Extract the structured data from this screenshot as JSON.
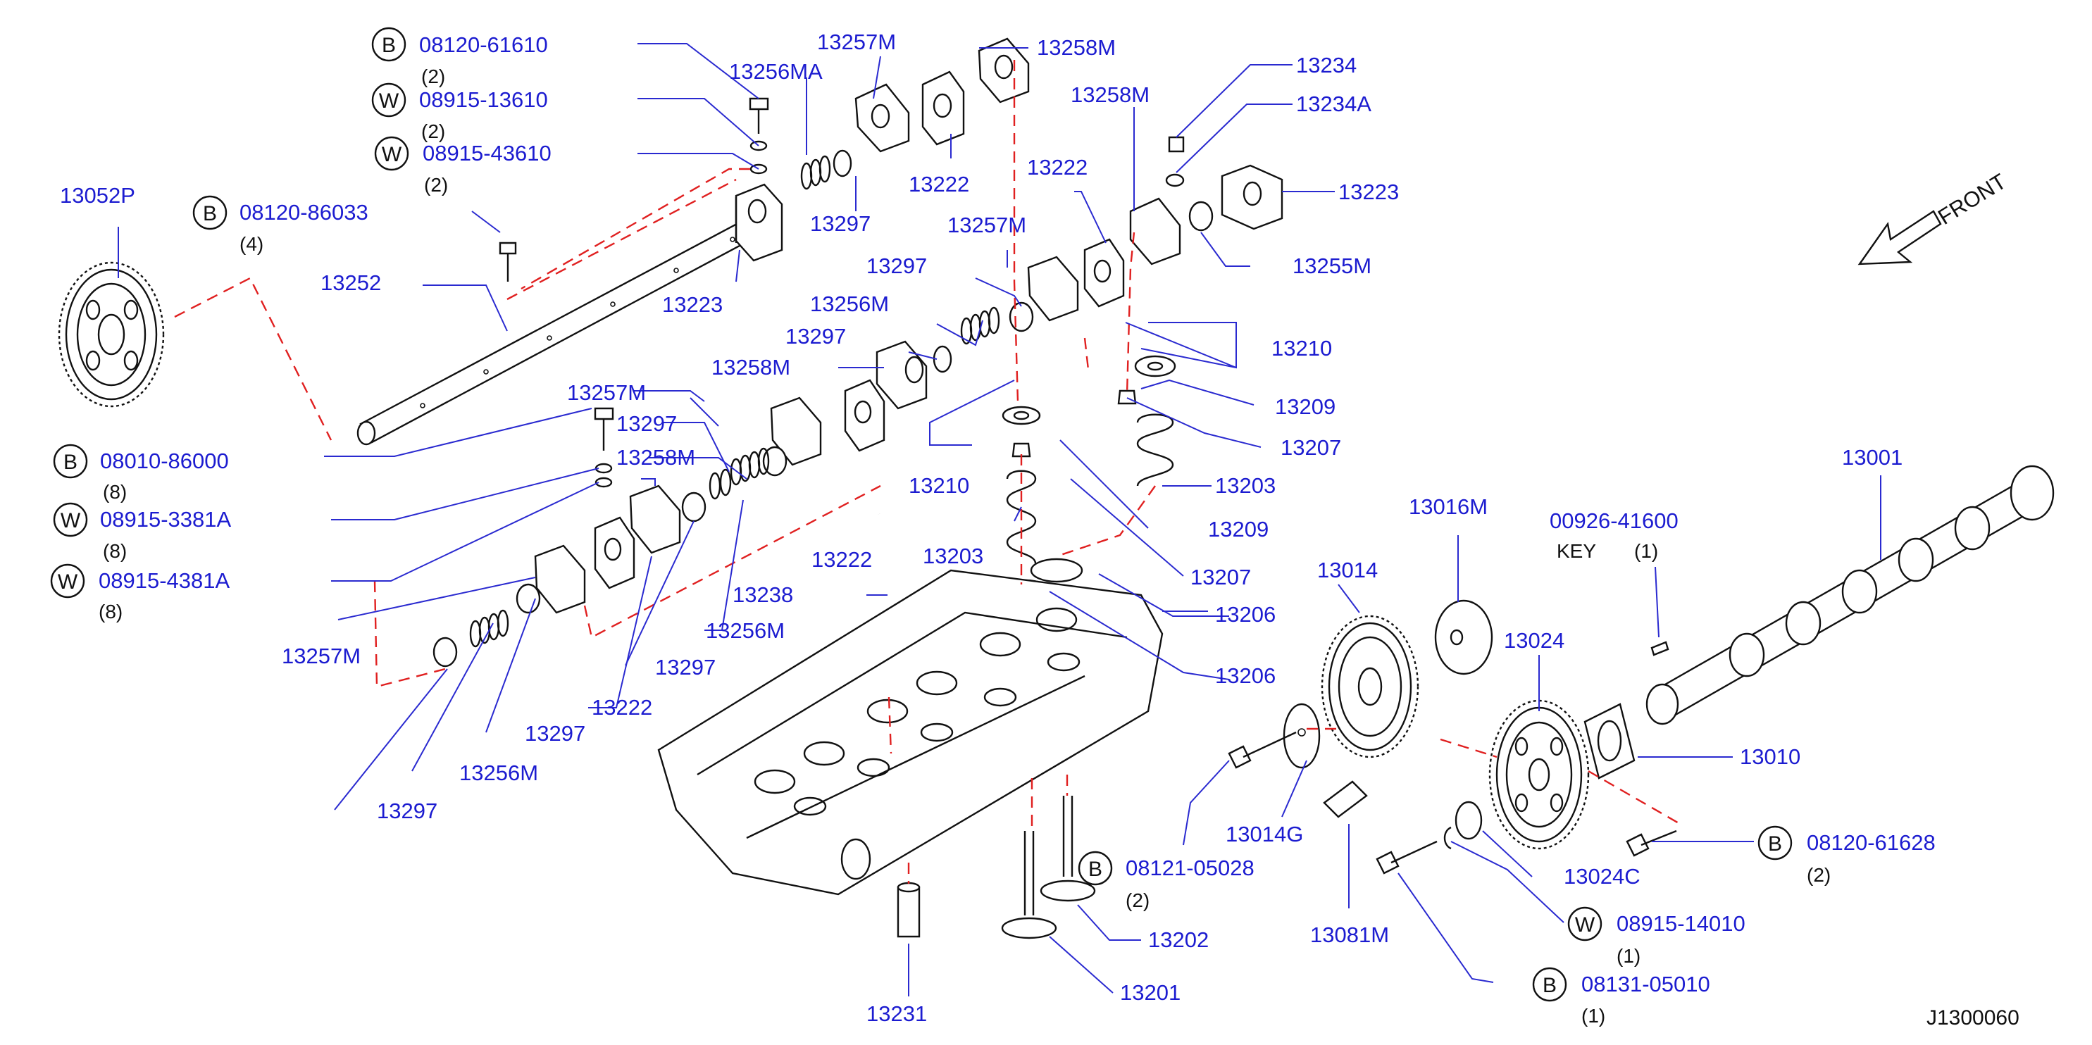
{
  "diagram_id": "J1300060",
  "front_label": "FRONT",
  "key_label": "KEY",
  "symbols": {
    "bolt": "B",
    "washer": "W"
  },
  "labels": {
    "p13052P": "13052P",
    "p13252": "13252",
    "p13256MA": "13256MA",
    "p13257M_a": "13257M",
    "p13258M_a": "13258M",
    "p13222_a": "13222",
    "p13297_a": "13297",
    "p13223_a": "13223",
    "p13234": "13234",
    "p13234A": "13234A",
    "p13258M_b": "13258M",
    "p13222_b": "13222",
    "p13223_b": "13223",
    "p13255M": "13255M",
    "p13257M_b": "13257M",
    "p13297_b": "13297",
    "p13256M_a": "13256M",
    "p13297_c": "13297",
    "p13258M_c": "13258M",
    "p13210_a": "13210",
    "p13209_a": "13209",
    "p13207_a": "13207",
    "p13210_b": "13210",
    "p13203_a": "13203",
    "p13209_b": "13209",
    "p13203_b": "13203",
    "p13207_b": "13207",
    "p13257M_c": "13257M",
    "p13297_d": "13297",
    "p13258M_d": "13258M",
    "p13222_c": "13222",
    "p13238": "13238",
    "p13256M_b": "13256M",
    "p13297_e": "13297",
    "p13222_d": "13222",
    "p13257M_d": "13257M",
    "p13297_f": "13297",
    "p13256M_c": "13256M",
    "p13297_g": "13297",
    "p13206_a": "13206",
    "p13206_b": "13206",
    "p13016M": "13016M",
    "p13014": "13014",
    "p13024": "13024",
    "p13001": "13001",
    "p00926": "00926-41600",
    "p13010": "13010",
    "p13014G": "13014G",
    "p13081M": "13081M",
    "p13024C": "13024C",
    "p13202": "13202",
    "p13201": "13201",
    "p13231": "13231"
  },
  "callouts": [
    {
      "id": "c1",
      "symbol": "B",
      "part": "08120-61610",
      "qty": "(2)"
    },
    {
      "id": "c2",
      "symbol": "W",
      "part": "08915-13610",
      "qty": "(2)"
    },
    {
      "id": "c3",
      "symbol": "W",
      "part": "08915-43610",
      "qty": "(2)"
    },
    {
      "id": "c4",
      "symbol": "B",
      "part": "08120-86033",
      "qty": "(4)"
    },
    {
      "id": "c5",
      "symbol": "B",
      "part": "08010-86000",
      "qty": "(8)"
    },
    {
      "id": "c6",
      "symbol": "W",
      "part": "08915-3381A",
      "qty": "(8)"
    },
    {
      "id": "c7",
      "symbol": "W",
      "part": "08915-4381A",
      "qty": "(8)"
    },
    {
      "id": "c8",
      "symbol": "B",
      "part": "08121-05028",
      "qty": "(2)"
    },
    {
      "id": "c9",
      "symbol": "B",
      "part": "08120-61628",
      "qty": "(2)"
    },
    {
      "id": "c10",
      "symbol": "W",
      "part": "08915-14010",
      "qty": "(1)"
    },
    {
      "id": "c11",
      "symbol": "B",
      "part": "08131-05010",
      "qty": "(1)"
    }
  ],
  "key_qty": "(1)"
}
